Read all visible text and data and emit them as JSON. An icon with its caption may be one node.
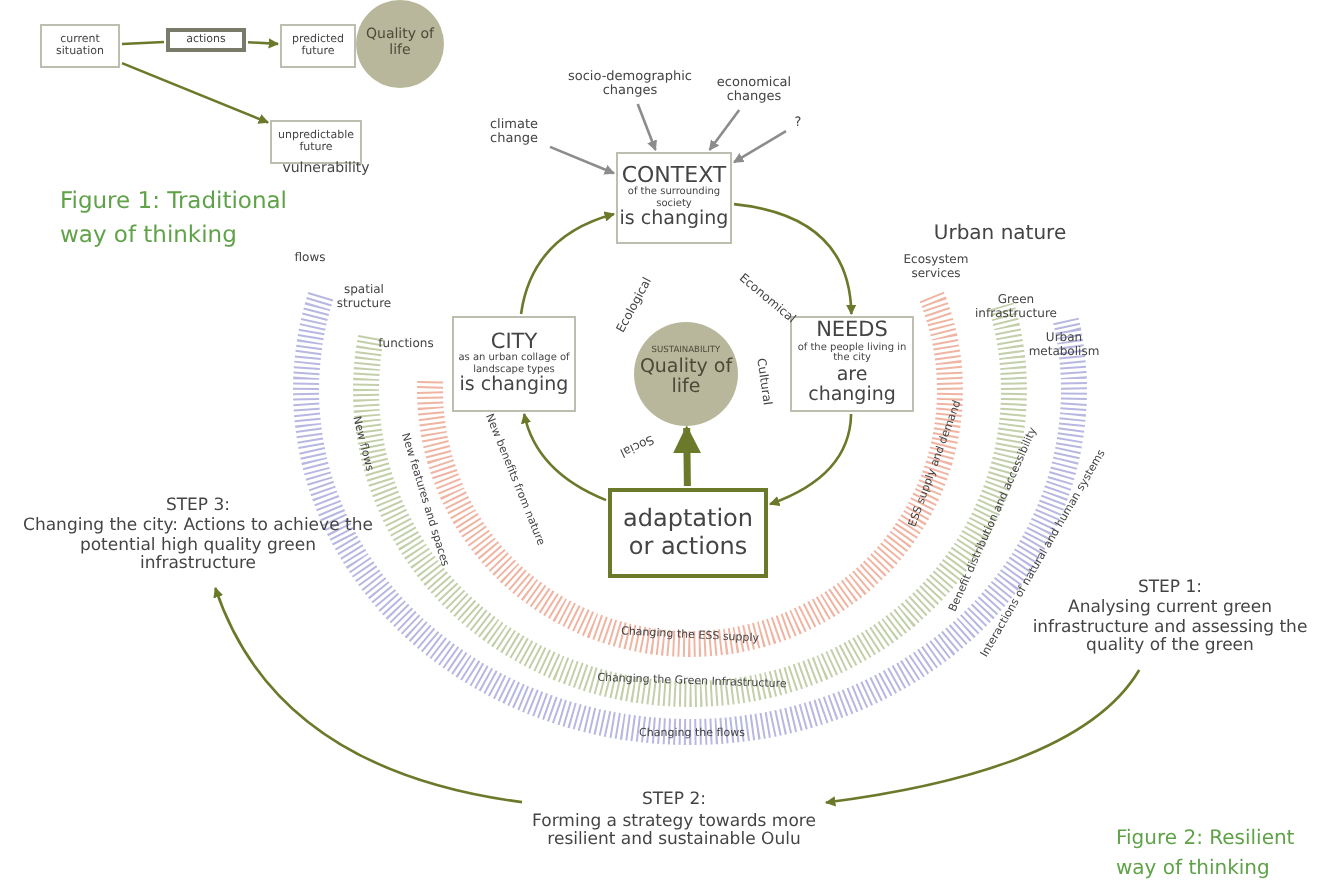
{
  "diagram": {
    "nodes": [
      {
        "text": [
          "current situation"
        ]
      },
      {
        "text": [
          "actions"
        ]
      },
      {
        "text": [
          "predicted future"
        ]
      },
      {
        "text": [
          "Quality of life"
        ]
      },
      {
        "text": [
          "unpredictable future"
        ],
        "beside": [
          "vulnerability"
        ]
      },
      {
        "text": [
          "climate change"
        ]
      },
      {
        "text": [
          "socio-demographic changes"
        ]
      },
      {
        "text": [
          "economical changes"
        ]
      },
      {
        "text": [
          "?"
        ]
      },
      {
        "text": [
          "CONTEXT",
          "of the surrounding society",
          "is changing"
        ]
      },
      {
        "text": [
          "NEEDS",
          "of the people living in the city",
          "are changing"
        ]
      },
      {
        "text": [
          "adaptation or actions"
        ]
      },
      {
        "text": [
          "CITY",
          "as an urban collage of landscape types",
          "is changing"
        ]
      },
      {
        "text": [
          "SUSTAINABILITY",
          "Quality of life"
        ]
      },
      {
        "text": [
          "STEP 1:",
          "Analysing current green infrastructure and assessing the quality of the green"
        ]
      },
      {
        "text": [
          "STEP 2:",
          "Forming a strategy towards more resilient and sustainable Oulu"
        ]
      },
      {
        "text": [
          "STEP 3:",
          "Changing the city: Actions to achieve the potential high quality green infrastructure"
        ]
      }
    ],
    "edges": [
      {
        "from": 0,
        "to": 1,
        "arrow": "none"
      },
      {
        "from": 1,
        "to": 2,
        "arrow": "to"
      },
      {
        "from": 0,
        "to": 4,
        "arrow": "to"
      },
      {
        "from": 5,
        "to": 9,
        "arrow": "to",
        "color": "#8c8c8c"
      },
      {
        "from": 6,
        "to": 9,
        "arrow": "to",
        "color": "#8c8c8c"
      },
      {
        "from": 7,
        "to": 9,
        "arrow": "to",
        "color": "#8c8c8c"
      },
      {
        "from": 8,
        "to": 9,
        "arrow": "to",
        "color": "#8c8c8c"
      },
      {
        "from": 9,
        "to": 10,
        "arrow": "to"
      },
      {
        "from": 10,
        "to": 11,
        "arrow": "to"
      },
      {
        "from": 11,
        "to": 12,
        "arrow": "to"
      },
      {
        "from": 12,
        "to": 9,
        "arrow": "to"
      },
      {
        "from": 11,
        "to": 13,
        "arrow": "to",
        "style": "thick"
      },
      {
        "from": 14,
        "to": 15,
        "arrow": "to"
      },
      {
        "from": 15,
        "to": 16,
        "arrow": "to"
      }
    ],
    "labels": [
      "Figure 1: Traditional way of thinking",
      "Ecological",
      "Economical",
      "Cultural",
      "Social",
      "Urban nature",
      "flows",
      "spatial structure",
      "functions",
      "Ecosystem services",
      "Green infrastructure",
      "Urban metabolism",
      "New benefits from nature",
      "New features and spaces",
      "New flows",
      "ESS supply and demand",
      "Benefit distribution and accessibility",
      "Interactions of natural and human systems",
      "Changing the ESS supply",
      "Changing the Green Infrastructure",
      "Changing the flows",
      "Figure 2: Resilient way of thinking"
    ]
  }
}
